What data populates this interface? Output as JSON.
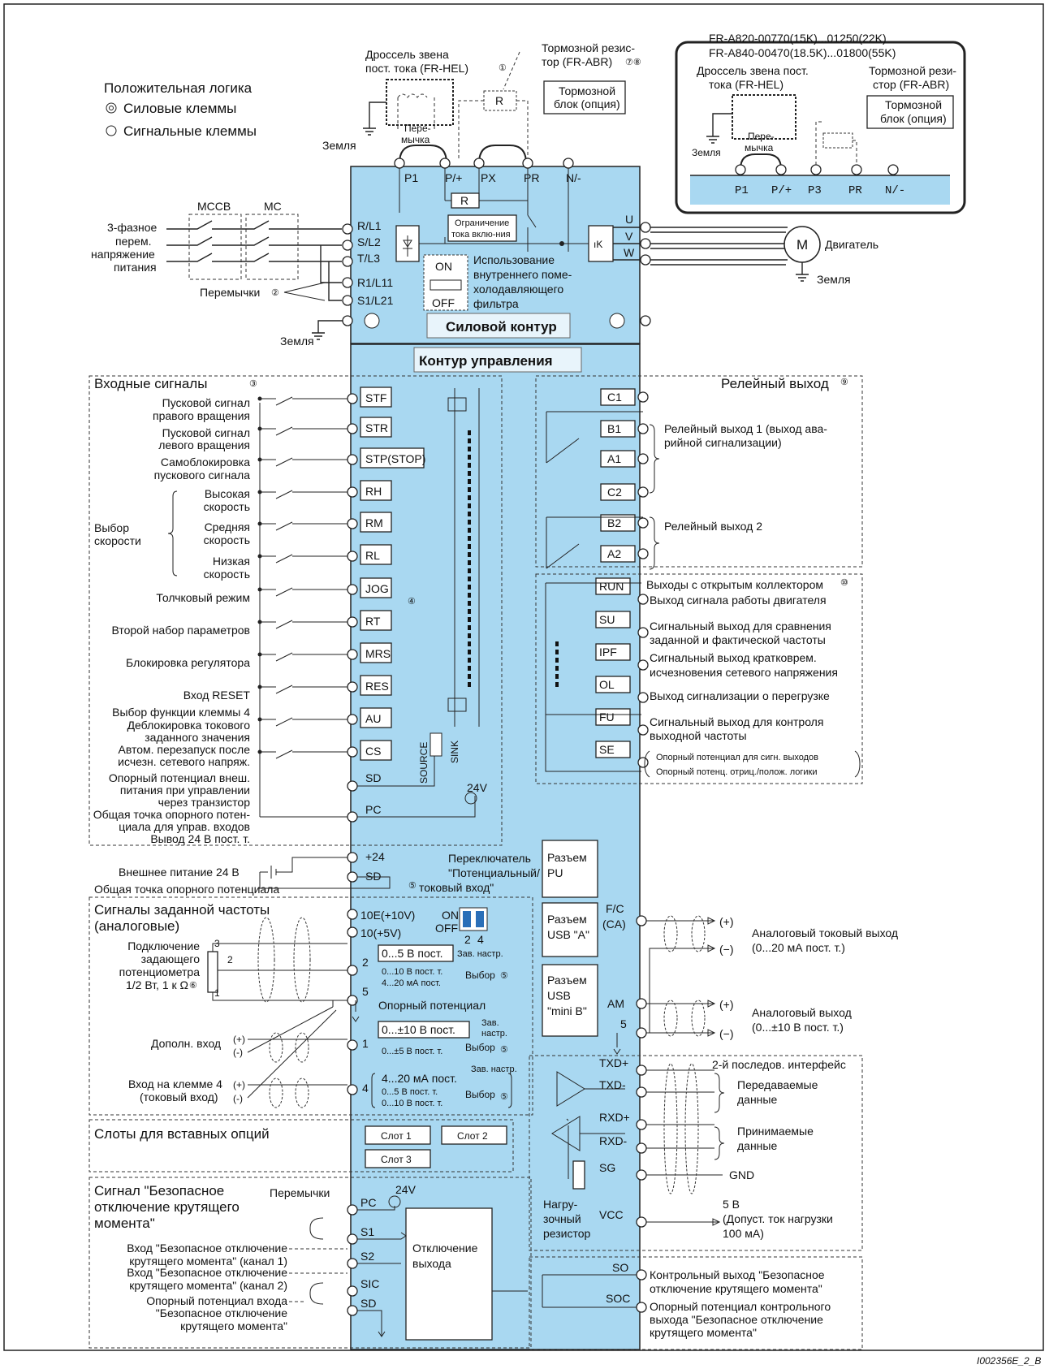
{
  "logic": {
    "title": "Положительная логика",
    "power_terminals": "Силовые клеммы",
    "signal_terminals": "Сигнальные клеммы"
  },
  "top": {
    "dc_reactor_1": "Дроссель звена",
    "dc_reactor_2": "пост. тока (FR-HEL)",
    "brake_res_1": "Тормозной резис-",
    "brake_res_2": "тор (FR-ABR)",
    "brake_unit_1": "Тормозной",
    "brake_unit_2": "блок (опция)",
    "jumper_1": "Пере-",
    "jumper_2": "мычка",
    "ground": "Земля",
    "r": "R",
    "terminals": [
      "P1",
      "P/+",
      "PX",
      "PR",
      "N/-"
    ],
    "inrush_1": "Ограничение",
    "inrush_2": "тока вклю-ния"
  },
  "inset": {
    "line1": "FR-A820-00770(15K)...01250(22K)",
    "line2": "FR-A840-00470(18.5K)...01800(55K)",
    "reactor_1": "Дроссель звена пост.",
    "reactor_2": "тока (FR-HEL)",
    "brake_res_1": "Тормозной рези-",
    "brake_res_2": "стор (FR-ABR)",
    "brake_unit_1": "Тормозной",
    "brake_unit_2": "блок (опция)",
    "jumper_1": "Пере-",
    "jumper_2": "мычка",
    "ground": "Земля",
    "terminals": [
      "P1",
      "P/+",
      "P3",
      "PR",
      "N/-"
    ]
  },
  "power": {
    "mccb": "MCCB",
    "mc": "MC",
    "supply_1": "3-фазное",
    "supply_2": "перем.",
    "supply_3": "напряжение",
    "supply_4": "питания",
    "jumpers": "Перемычки",
    "ground": "Земля",
    "inputs": [
      "R/L1",
      "S/L2",
      "T/L3",
      "R1/L11",
      "S1/L21"
    ],
    "outputs": [
      "U",
      "V",
      "W"
    ],
    "motor": "M",
    "motor_label": "Двигатель",
    "motor_ground": "Земля",
    "filter_1": "Использование",
    "filter_2": "внутреннего поме-",
    "filter_3": "холодавляющего",
    "filter_4": "фильтра",
    "on": "ON",
    "off": "OFF",
    "main_circuit": "Силовой контур"
  },
  "control": {
    "title": "Контур управления",
    "input_signals": "Входные сигналы",
    "terminals": [
      "STF",
      "STR",
      "STP(STOP)",
      "RH",
      "RM",
      "RL",
      "JOG",
      "RT",
      "MRS",
      "RES",
      "AU",
      "CS"
    ],
    "labels": {
      "stf_1": "Пусковой сигнал",
      "stf_2": "правого вращения",
      "str_1": "Пусковой сигнал",
      "str_2": "левого вращения",
      "stp_1": "Самоблокировка",
      "stp_2": "пускового сигнала",
      "rh_1": "Высокая",
      "rh_2": "скорость",
      "rm_1": "Средняя",
      "rm_2": "скорость",
      "rl_1": "Низкая",
      "rl_2": "скорость",
      "speed_1": "Выбор",
      "speed_2": "скорости",
      "jog": "Толчковый режим",
      "rt": "Второй набор параметров",
      "mrs": "Блокировка регулятора",
      "res": "Вход RESET",
      "au_1": "Выбор функции клеммы 4",
      "au_2": "Деблокировка токового",
      "au_3": "заданного значения",
      "cs_1": "Автом. перезапуск после",
      "cs_2": "исчезн. сетевого напряж.",
      "sd_1": "Опорный потенциал внеш.",
      "sd_2": "питания при управлении",
      "sd_3": "через транзистор",
      "pc_1": "Общая точка опорного потен-",
      "pc_2": "циала для управ. входов",
      "pc_3": "Вывод 24 В пост. т."
    },
    "sd": "SD",
    "pc": "PC",
    "source": "SOURCE",
    "sink": "SINK",
    "v24": "24V",
    "relay_title": "Релейный выход",
    "relay_terms": [
      "C1",
      "B1",
      "A1",
      "C2",
      "B2",
      "A2"
    ],
    "relay1_1": "Релейный выход 1 (выход ава-",
    "relay1_2": "рийной сигнализации)",
    "relay2": "Релейный выход 2",
    "oc_title": "Выходы с открытым коллектором",
    "oc_terms": [
      "RUN",
      "SU",
      "IPF",
      "OL",
      "FU",
      "SE"
    ],
    "run": "Выход сигнала работы двигателя",
    "su_1": "Сигнальный выход для сравнения",
    "su_2": "заданной и фактической частоты",
    "ipf_1": "Сигнальный выход кратковрем.",
    "ipf_2": "исчезновения сетевого напряжения",
    "ol": "Выход сигнализации о перегрузке",
    "fu_1": "Сигнальный выход для контроля",
    "fu_2": "выходной частоты",
    "se_1": "Опорный потенциал для сигн. выходов",
    "se_2": "Опорный потенц. отриц./полож. логики"
  },
  "analog": {
    "p24": "+24",
    "sd": "SD",
    "ext_24": "Внешнее питание 24 В",
    "common": "Общая точка опорного потенциала",
    "switch_1": "Переключатель",
    "switch_2": "\"Потенциальный/",
    "switch_3": "токовый вход\"",
    "pu_1": "Разъем",
    "pu_2": "PU",
    "freq_1": "Сигналы заданной частоты",
    "freq_2": "(аналоговые)",
    "pot_1": "Подключение",
    "pot_2": "задающего",
    "pot_3": "потенциометра",
    "pot_4": "1/2 Вт, 1 к Ω",
    "t10e": "10E(+10V)",
    "t10": "10(+5V)",
    "t2": "2",
    "t5": "5",
    "t1": "1",
    "t4": "4",
    "on": "ON",
    "off": "OFF",
    "sw_2": "2",
    "sw_4": "4",
    "range2_main": "0...5 В пост.",
    "default": "Зав. настр.",
    "range2_a": "0...10 В пост. т.",
    "range2_b": "4...20 мА пост.",
    "select": "Выбор",
    "ref": "Опорный потенциал",
    "range1_main": "0...±10 В пост.",
    "range1_def_1": "Зав.",
    "range1_def_2": "настр.",
    "range1_a": "0...±5 В пост. т.",
    "range4_def": "Зав. настр.",
    "range4_main": "4...20 мА пост.",
    "range4_a": "0...5 В пост. т.",
    "range4_b": "0...10 В пост. т.",
    "aux": "Дополн. вход",
    "t4_in_1": "Вход на клемме 4",
    "t4_in_2": "(токовый вход)",
    "usb_a_1": "Разъем",
    "usb_a_2": "USB \"A\"",
    "usb_m_1": "Разъем",
    "usb_m_2": "USB",
    "usb_m_3": "\"mini B\"",
    "fc": "F/C",
    "ca": "(CA)",
    "am": "AM",
    "t5r": "5",
    "cur_out_1": "Аналоговый токовый выход",
    "cur_out_2": "(0...20 мА пост. т.)",
    "ana_out_1": "Аналоговый выход",
    "ana_out_2": "(0...±10 В пост. т.)",
    "plus": "(+)",
    "minus": "(−)",
    "plus_s": "(+)",
    "minus_s": "(-)"
  },
  "slots": {
    "title": "Слоты для вставных опций",
    "s1": "Слот 1",
    "s2": "Слот 2",
    "s3": "Слот 3"
  },
  "rs485": {
    "title": "2-й последов. интерфейс",
    "terms": [
      "TXD+",
      "TXD-",
      "RXD+",
      "RXD-",
      "SG",
      "VCC"
    ],
    "tx_1": "Передаваемые",
    "tx_2": "данные",
    "rx_1": "Принимаемые",
    "rx_2": "данные",
    "gnd": "GND",
    "term_1": "Нагру-",
    "term_2": "зочный",
    "term_3": "резистор",
    "vcc_1": "5 В",
    "vcc_2": "(Допуст. ток нагрузки",
    "vcc_3": "100 мА)"
  },
  "safety": {
    "title_1": "Сигнал \"Безопасное",
    "title_2": "отключение крутящего",
    "title_3": "момента\"",
    "jumpers": "Перемычки",
    "v24": "24V",
    "terms": [
      "PC",
      "S1",
      "S2",
      "SIC",
      "SD"
    ],
    "s1_1": "Вход \"Безопасное отключение",
    "s1_2": "крутящего момента\" (канал 1)",
    "s2_1": "Вход \"Безопасное отключение",
    "s2_2": "крутящего момента\" (канал 2)",
    "sic_1": "Опорный потенциал входа",
    "sic_2": "\"Безопасное отключение",
    "sic_3": "крутящего момента\"",
    "block_1": "Отключение",
    "block_2": "выхода",
    "so": "SO",
    "soc": "SOC",
    "so_1": "Контрольный выход \"Безопасное",
    "so_2": "отключение крутящего момента\"",
    "soc_1": "Опорный потенциал контрольного",
    "soc_2": "выхода \"Безопасное отключение",
    "soc_3": "крутящего момента\""
  },
  "footer": "I002356E_2_B"
}
